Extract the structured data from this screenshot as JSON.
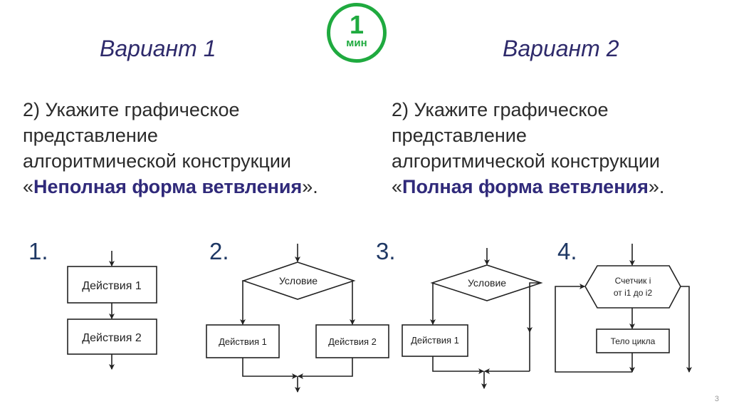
{
  "timer": {
    "value": "1",
    "unit": "мин",
    "color": "#1faa3f"
  },
  "variant1": {
    "title": "Вариант 1",
    "line1": "2) Укажите графическое",
    "line2": "представление",
    "line3": "алгоритмической конструкции",
    "quote_open": "«",
    "emphasis": "Неполная форма ветвления",
    "quote_close": "»."
  },
  "variant2": {
    "title": "Вариант 2",
    "line1": "2) Укажите графическое",
    "line2": "представление",
    "line3": "алгоритмической конструкции",
    "quote_open": "«",
    "emphasis": "Полная форма ветвления",
    "quote_close": "»."
  },
  "diagrams": [
    {
      "number": "1.",
      "blocks": [
        "Действия 1",
        "Действия 2"
      ]
    },
    {
      "number": "2.",
      "condition": "Условие",
      "blocks": [
        "Действия 1",
        "Действия 2"
      ]
    },
    {
      "number": "3.",
      "condition": "Условие",
      "blocks": [
        "Действия 1"
      ]
    },
    {
      "number": "4.",
      "counter_line1": "Счетчик i",
      "counter_line2": "от i1 до i2",
      "blocks": [
        "Тело цикла"
      ]
    }
  ],
  "page_number": "3"
}
